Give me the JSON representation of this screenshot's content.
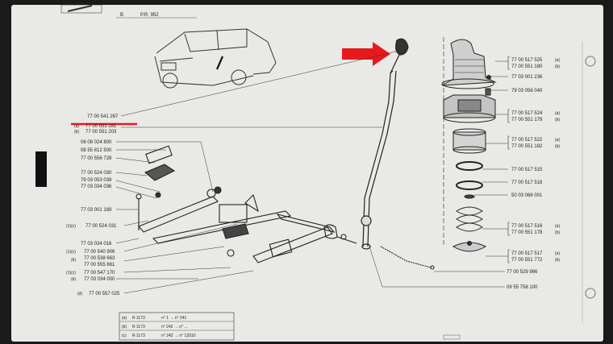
{
  "header": {
    "corner_label": "B",
    "plate_ref": "P.R. 952"
  },
  "colors": {
    "arrow": "#e8191c",
    "underline": "#e8191c",
    "ink": "#222222",
    "paper": "#e9e9e6"
  },
  "left_parts": {
    "p1": "77 00 541 267",
    "p2_prefix": "(a)",
    "p2": "77 00 551 281",
    "p3_prefix": "(b)",
    "p3": "77 00 551 203",
    "p4": "06 08 024 800",
    "p5": "08 55 812 500",
    "p6": "77 00 556 729",
    "p7": "77 00 524 030",
    "p8": "79 03 053 038",
    "p9": "77 03 034 036",
    "p10": "77 03 001 189",
    "p11_prefix": "(1)(c)",
    "p11": "77 00 524 031",
    "p12": "77 03 034 016",
    "p13_prefix": "(1)(c)",
    "p13": "77 00 540 906",
    "p14_prefix": "(b)",
    "p14a": "77 00 538 663",
    "p14b": "77 00 555 661",
    "p15_prefix": "(1)(c)",
    "p15": "77 00 547 170",
    "p16_prefix": "(b)",
    "p16": "77 03 034 000",
    "p17_prefix": "(d)",
    "p17": "77 00 557 025"
  },
  "right_parts": {
    "r1a": "77 00 517 525",
    "r1a_tag": "(a)",
    "r1b": "77 00 551 180",
    "r1b_tag": "(b)",
    "r2": "77 03 001 236",
    "r3": "79 03 056 040",
    "r4a": "77 00 517 524",
    "r4a_tag": "(a)",
    "r4b": "77 00 551 179",
    "r4b_tag": "(b)",
    "r5a": "77 00 517 522",
    "r5a_tag": "(a)",
    "r5b": "77 00 551 182",
    "r5b_tag": "(b)",
    "r6": "77 00 517 515",
    "r7": "77 00 517 518",
    "r8": "50 03 066 001",
    "r9a": "77 00 517 516",
    "r9a_tag": "(a)",
    "r9b": "77 00 551 178",
    "r9b_tag": "(b)",
    "r10a": "77 00 517 517",
    "r10a_tag": "(a)",
    "r10b": "77 00 551 772",
    "r10b_tag": "(b)",
    "r11": "77 00 529 966",
    "r12": "09 55 758 100"
  },
  "legend": {
    "row1_tag": "(a)",
    "row1_model": "R 1173",
    "row1_text": "n° 1 → n° 241",
    "row2_tag": "(b)",
    "row2_model": "R 1173",
    "row2_text": "n° 242 → n° ...",
    "row3_tag": "(c)",
    "row3_model": "R 1173",
    "row3_text": "n° 242 → n° 12010"
  }
}
